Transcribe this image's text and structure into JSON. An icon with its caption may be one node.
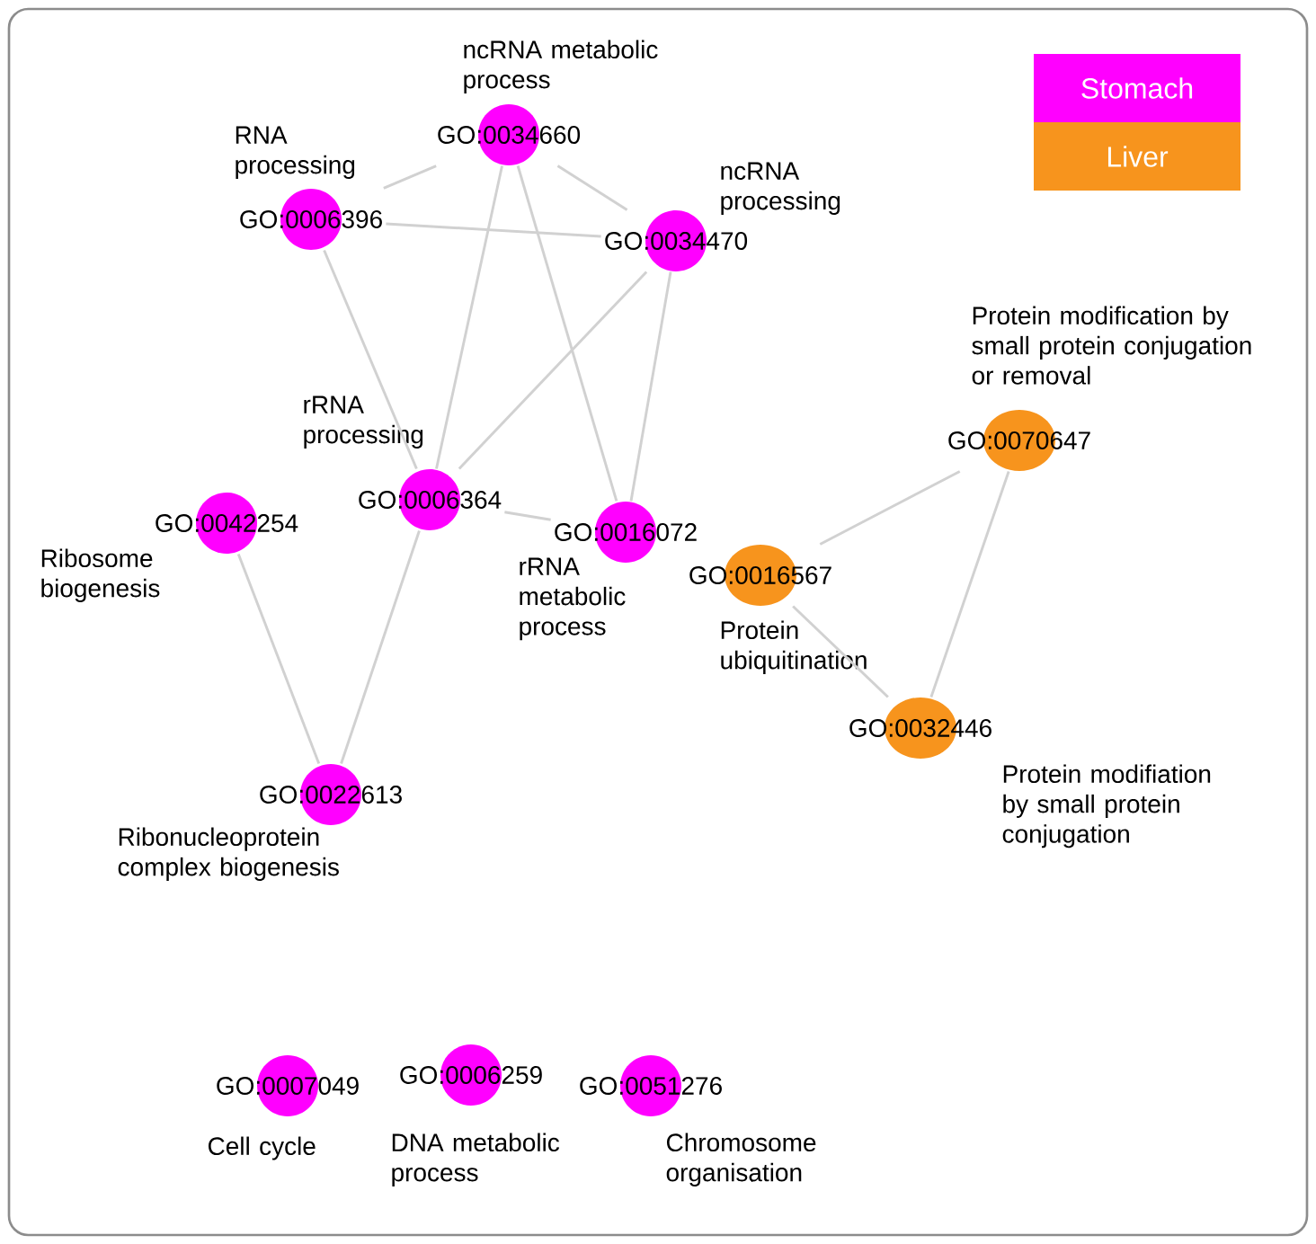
{
  "diagram": {
    "nodes": [
      {
        "text": [
          "GO:0034660"
        ],
        "beside": [
          "ncRNA metabolic process"
        ]
      },
      {
        "text": [
          "GO:0006396"
        ],
        "beside": [
          "RNA processing"
        ]
      },
      {
        "text": [
          "GO:0034470"
        ],
        "beside": [
          "ncRNA processing"
        ]
      },
      {
        "text": [
          "GO:0006364"
        ],
        "beside": [
          "rRNA processing"
        ]
      },
      {
        "text": [
          "GO:0042254"
        ],
        "beside": [
          "Ribosome biogenesis"
        ]
      },
      {
        "text": [
          "GO:0016072"
        ],
        "beside": [
          "rRNA metabolic process"
        ]
      },
      {
        "text": [
          "GO:0022613"
        ],
        "beside": [
          "Ribonucleoprotein complex biogenesis"
        ]
      },
      {
        "text": [
          "GO:0070647"
        ],
        "beside": [
          "Protein modification by small protein conjugation or removal"
        ]
      },
      {
        "text": [
          "GO:0016567"
        ],
        "beside": [
          "Protein ubiquitination"
        ]
      },
      {
        "text": [
          "GO:0032446"
        ],
        "beside": [
          "Protein modifiation by small protein conjugation"
        ]
      },
      {
        "text": [
          "GO:0007049"
        ],
        "beside": [
          "Cell cycle"
        ]
      },
      {
        "text": [
          "GO:0006259"
        ],
        "beside": [
          "DNA metabolic process"
        ]
      },
      {
        "text": [
          "GO:0051276"
        ],
        "beside": [
          "Chromosome organisation"
        ]
      }
    ],
    "edges": [
      {
        "from": 1,
        "to": 0,
        "arrow": "none"
      },
      {
        "from": 1,
        "to": 2,
        "arrow": "none"
      },
      {
        "from": 0,
        "to": 2,
        "arrow": "none"
      },
      {
        "from": 0,
        "to": 3,
        "arrow": "none"
      },
      {
        "from": 0,
        "to": 5,
        "arrow": "none"
      },
      {
        "from": 1,
        "to": 3,
        "arrow": "none"
      },
      {
        "from": 2,
        "to": 3,
        "arrow": "none"
      },
      {
        "from": 2,
        "to": 5,
        "arrow": "none"
      },
      {
        "from": 3,
        "to": 5,
        "arrow": "none"
      },
      {
        "from": 3,
        "to": 6,
        "arrow": "none"
      },
      {
        "from": 4,
        "to": 6,
        "arrow": "none"
      },
      {
        "from": 8,
        "to": 7,
        "arrow": "none"
      },
      {
        "from": 7,
        "to": 9,
        "arrow": "none"
      },
      {
        "from": 8,
        "to": 9,
        "arrow": "none"
      }
    ],
    "legend": [
      {
        "text": "Stomach",
        "color": "#ff00ff"
      },
      {
        "text": "Liver",
        "color": "#f7941d"
      }
    ]
  }
}
